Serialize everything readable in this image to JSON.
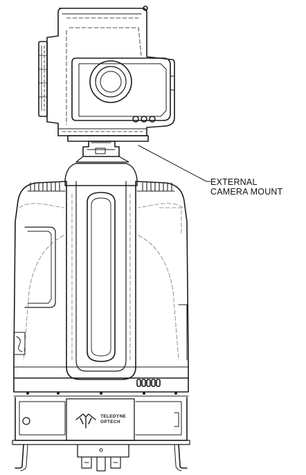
{
  "callout": {
    "line1": "EXTERNAL",
    "line2": "CAMERA MOUNT"
  },
  "logo": {
    "line1": "TELEDYNE",
    "line2": "OPTECH"
  },
  "colors": {
    "stroke": "#1a1a1a",
    "hidden_line": "#777777",
    "background": "#ffffff"
  }
}
